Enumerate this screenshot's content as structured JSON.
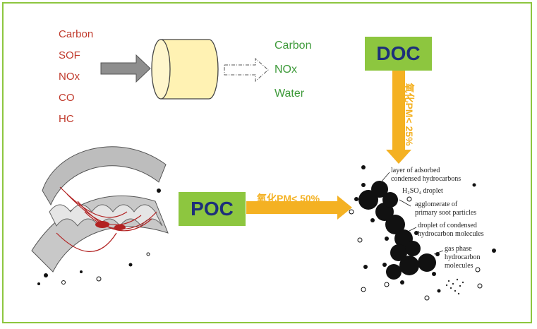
{
  "inputs": [
    "Carbon",
    "SOF",
    "NOx",
    "CO",
    "HC"
  ],
  "outputs": [
    "Carbon",
    "NOx",
    "Water"
  ],
  "doc": {
    "label": "DOC",
    "oxidation_label": "氧化PM< 25%"
  },
  "poc": {
    "label": "POC",
    "oxidation_label": "氧化PM< 50%"
  },
  "particle_annotations": {
    "adsorbed": [
      "layer of adsorbed",
      "condensed hydrocarbons"
    ],
    "droplet": "H₂SO₄ droplet",
    "agglomerate": [
      "agglomerate of",
      "primary soot particles"
    ],
    "condensed": [
      "droplet of condensed",
      "hydrocarbon molecules"
    ],
    "gas": [
      "gas phase",
      "hydrocarbon",
      "molecules"
    ]
  },
  "colors": {
    "border": "#8dc63f",
    "box_fill": "#8dc63f",
    "box_text": "#1d2f7a",
    "input_text": "#c0392b",
    "output_text": "#3e9a3a",
    "orange_arrow": "#f4b122",
    "cylinder_fill": "#fff2b3"
  }
}
